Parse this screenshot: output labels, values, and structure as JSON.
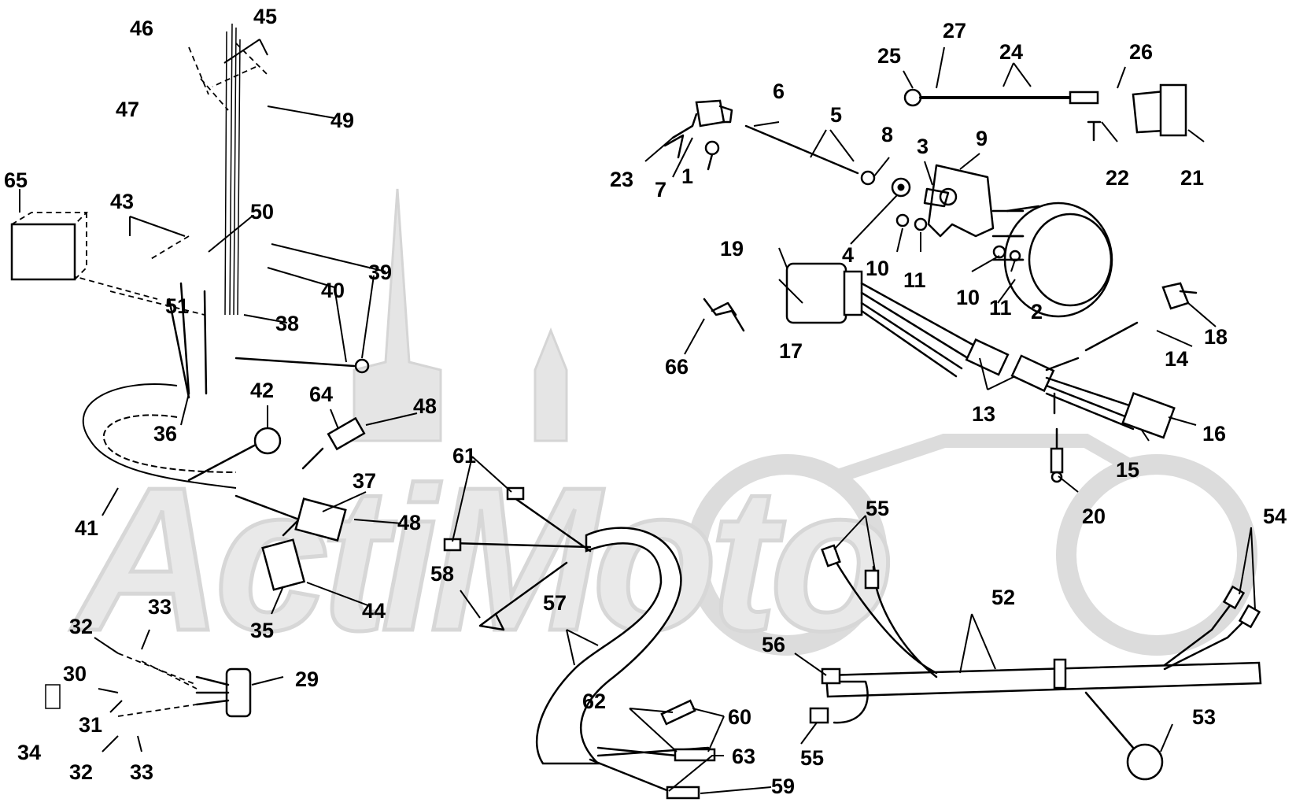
{
  "watermark": {
    "text": "ActiMoto"
  },
  "labels": {
    "l1": "1",
    "l2": "2",
    "l3": "3",
    "l4": "4",
    "l5": "5",
    "l6": "6",
    "l7": "7",
    "l8": "8",
    "l9": "9",
    "l10a": "10",
    "l10b": "10",
    "l11a": "11",
    "l11b": "11",
    "l13": "13",
    "l14": "14",
    "l15": "15",
    "l16": "16",
    "l17": "17",
    "l18": "18",
    "l19": "19",
    "l20": "20",
    "l21": "21",
    "l22": "22",
    "l23": "23",
    "l24": "24",
    "l25": "25",
    "l26": "26",
    "l27": "27",
    "l29": "29",
    "l30": "30",
    "l31": "31",
    "l32a": "32",
    "l32b": "32",
    "l33a": "33",
    "l33b": "33",
    "l34": "34",
    "l35": "35",
    "l36": "36",
    "l37": "37",
    "l38": "38",
    "l39": "39",
    "l40": "40",
    "l41": "41",
    "l42": "42",
    "l43": "43",
    "l44": "44",
    "l45": "45",
    "l46": "46",
    "l47": "47",
    "l48a": "48",
    "l48b": "48",
    "l49": "49",
    "l50": "50",
    "l51": "51",
    "l52": "52",
    "l53": "53",
    "l54": "54",
    "l55a": "55",
    "l55b": "55",
    "l56": "56",
    "l57": "57",
    "l58": "58",
    "l59": "59",
    "l60": "60",
    "l61": "61",
    "l62": "62",
    "l63": "63",
    "l64": "64",
    "l65": "65",
    "l66": "66"
  }
}
